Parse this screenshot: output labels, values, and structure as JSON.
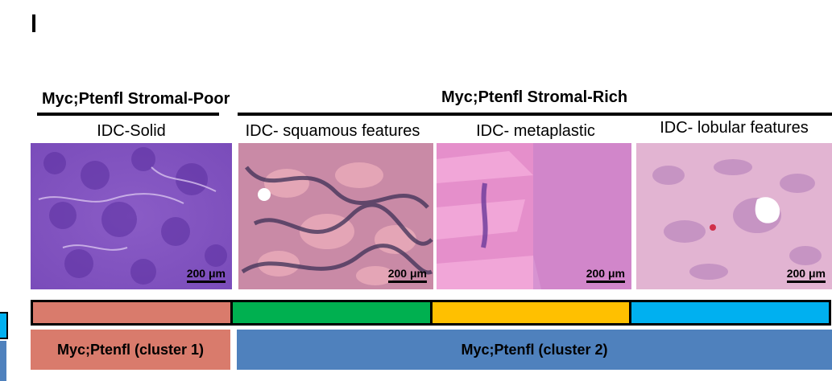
{
  "colors": {
    "rule": "#000000",
    "subtype_bar": [
      "#D97B6C",
      "#00B050",
      "#FFC000",
      "#00B0F0"
    ],
    "cluster1_bg": "#D97B6C",
    "cluster2_bg": "#4F81BD"
  },
  "groups": {
    "stromal_poor": "Myc;Ptenfl Stromal-Poor",
    "stromal_rich": "Myc;Ptenfl Stromal-Rich"
  },
  "panels": [
    {
      "title": "IDC-Solid",
      "scale": "200 μm"
    },
    {
      "title": "IDC- squamous features",
      "scale": "200 μm"
    },
    {
      "title": "IDC- metaplastic",
      "scale": "200 μm"
    },
    {
      "title": "IDC- lobular features",
      "scale": "200 μm"
    }
  ],
  "clusters": {
    "cluster1": "Myc;Ptenfl (cluster 1)",
    "cluster2": "Myc;Ptenfl (cluster 2)"
  }
}
